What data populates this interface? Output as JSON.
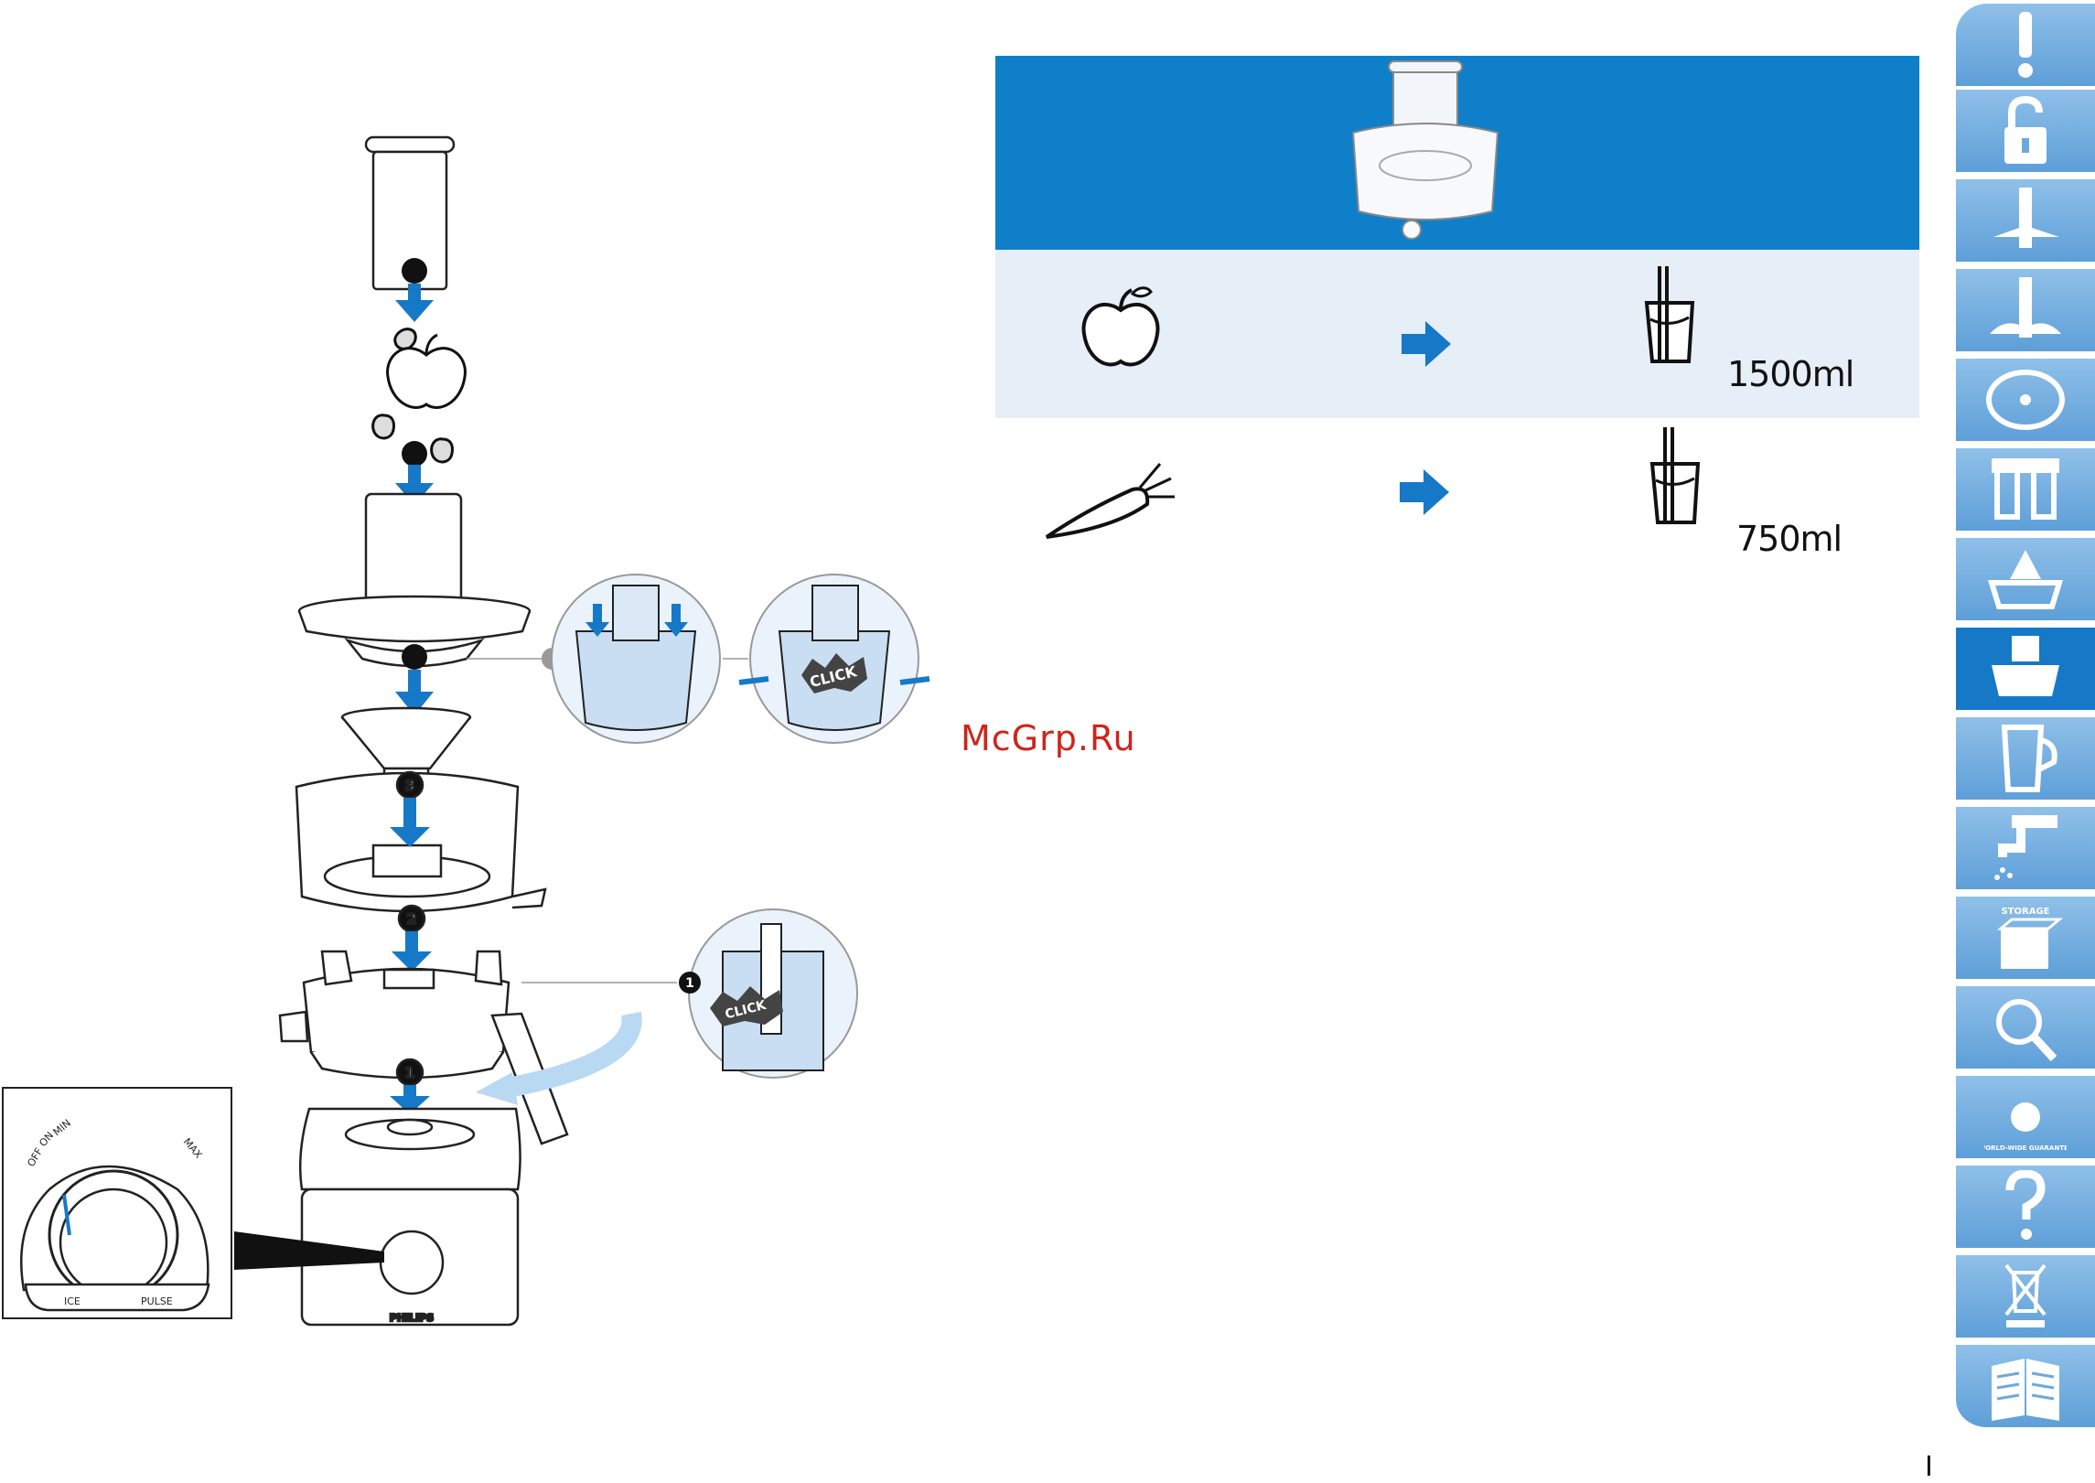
{
  "table": {
    "rows": [
      {
        "ingredient_icon": "apple-icon",
        "volume": "1500ml"
      },
      {
        "ingredient_icon": "carrot-icon",
        "volume": "750ml"
      }
    ]
  },
  "diagram": {
    "steps": [
      "1",
      "2",
      "3"
    ],
    "click_label": "CLICK",
    "brand": "PHILIPS",
    "dial": {
      "off_label": "OFF",
      "on_label": "ON",
      "min_label": "MIN",
      "max_label": "MAX",
      "ice_label": "ICE",
      "pulse_label": "PULSE"
    }
  },
  "sidebar": {
    "tabs": [
      {
        "icon": "warning-icon",
        "label": ""
      },
      {
        "icon": "unlock-icon",
        "label": ""
      },
      {
        "icon": "chopping-blade-icon",
        "label": ""
      },
      {
        "icon": "kneading-blade-icon",
        "label": ""
      },
      {
        "icon": "disc-icon",
        "label": ""
      },
      {
        "icon": "beater-icon",
        "label": ""
      },
      {
        "icon": "citrus-press-icon",
        "label": ""
      },
      {
        "icon": "juicer-icon",
        "label": "",
        "active": true
      },
      {
        "icon": "blender-jar-icon",
        "label": ""
      },
      {
        "icon": "tap-icon",
        "label": ""
      },
      {
        "icon": "storage-box-icon",
        "label": "STORAGE"
      },
      {
        "icon": "magnifier-icon",
        "label": ""
      },
      {
        "icon": "globe-icon",
        "label": "WORLD-WIDE GUARANTEE"
      },
      {
        "icon": "question-icon",
        "label": ""
      },
      {
        "icon": "disposal-bin-icon",
        "label": ""
      },
      {
        "icon": "booklet-icon",
        "label": ""
      }
    ]
  },
  "watermark": "McGrp.Ru",
  "page_number": "I",
  "colors": {
    "header_blue": "#0f7fca",
    "row_tint": "#e6eef8",
    "arrow_blue": "#1579c8",
    "tab_blue": "#6ea9dd",
    "watermark_red": "#d0241c"
  }
}
